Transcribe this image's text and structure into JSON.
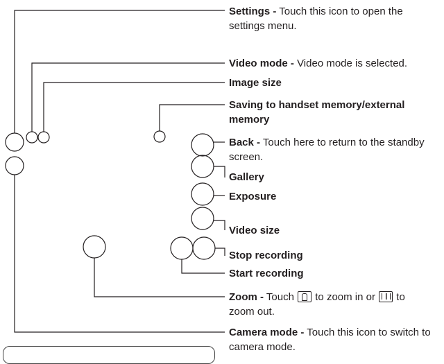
{
  "labels": {
    "settings": {
      "title": "Settings -",
      "text": " Touch this icon to open the settings menu."
    },
    "video_mode": {
      "title": "Video mode -",
      "text": " Video mode is selected."
    },
    "image_size": {
      "title": "Image size"
    },
    "saving": {
      "title": "Saving to handset memory/external memory"
    },
    "back": {
      "title": "Back -",
      "text": " Touch here to return to the standby screen."
    },
    "gallery": {
      "title": "Gallery"
    },
    "exposure": {
      "title": "Exposure"
    },
    "video_size": {
      "title": "Video size"
    },
    "stop_recording": {
      "title": "Stop recording"
    },
    "start_recording": {
      "title": "Start recording"
    },
    "zoom": {
      "title": "Zoom -",
      "text1": " Touch ",
      "text2": " to zoom in or ",
      "text3": " to zoom out."
    },
    "camera_mode": {
      "title": "Camera mode -",
      "text": " Touch this icon to switch to camera mode."
    }
  },
  "colors": {
    "line": "#231f20",
    "text": "#231f20"
  },
  "icons": [
    "zoom-in-icon",
    "zoom-out-icon"
  ]
}
